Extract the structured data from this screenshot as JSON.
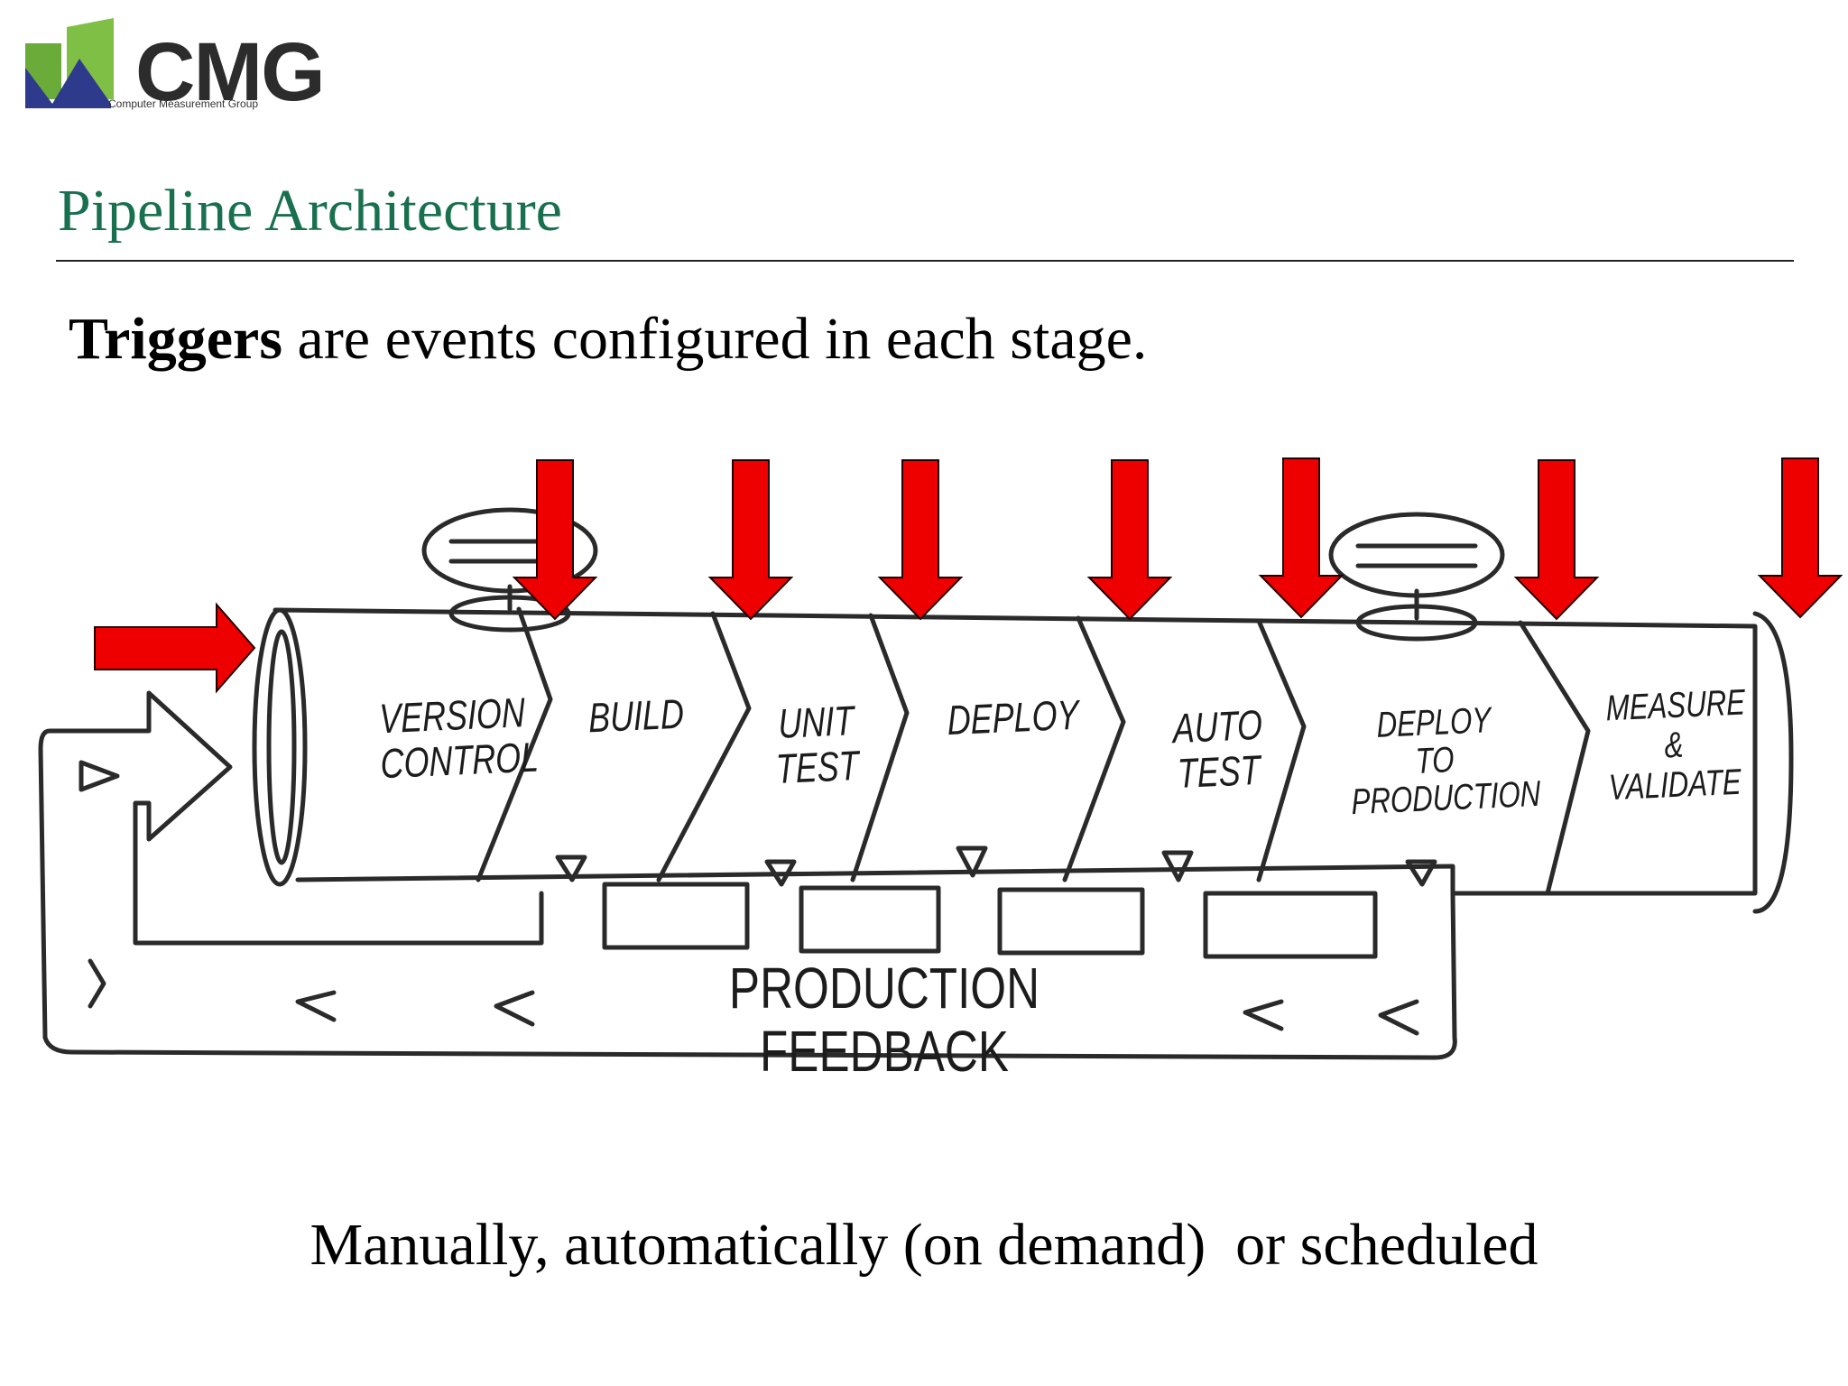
{
  "logo": {
    "name": "CMG",
    "subtext": "Computer Measurement Group",
    "colors": {
      "green": "#6aab3a",
      "blue": "#2e3a8c",
      "text": "#2c2c2c"
    }
  },
  "title": "Pipeline Architecture",
  "subtitle": {
    "bold": "Triggers",
    "rest": " are events configured in each stage."
  },
  "diagram": {
    "stages": [
      {
        "line1": "VERSION",
        "line2": "CONTROL"
      },
      {
        "line1": "BUILD",
        "line2": ""
      },
      {
        "line1": "UNIT",
        "line2": "TEST"
      },
      {
        "line1": "DEPLOY",
        "line2": ""
      },
      {
        "line1": "AUTO",
        "line2": "TEST"
      },
      {
        "line1": "DEPLOY",
        "line2": "TO",
        "line3": "PRODUCTION"
      },
      {
        "line1": "MEASURE",
        "line2": "&",
        "line3": "VALIDATE"
      }
    ],
    "feedback_label": "PRODUCTION FEEDBACK",
    "trigger_arrow_color": "#ee0000",
    "trigger_arrow_count": 8
  },
  "footer": "Manually, automatically (on demand)  or scheduled"
}
